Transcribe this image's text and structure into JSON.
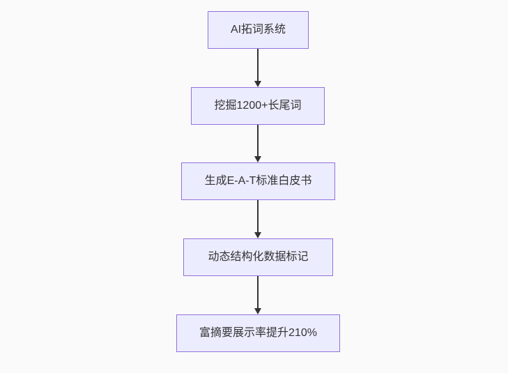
{
  "diagram": {
    "type": "flowchart",
    "direction": "top-down",
    "colors": {
      "bg": "#fafafa",
      "node_fill": "#ececff",
      "node_border": "#9370db",
      "arrow": "#333333",
      "text": "#333333"
    },
    "nodes": [
      {
        "id": "A",
        "label": "AI拓词系统"
      },
      {
        "id": "B",
        "label": "挖掘1200+长尾词"
      },
      {
        "id": "C",
        "label": "生成E-A-T标准白皮书"
      },
      {
        "id": "D",
        "label": "动态结构化数据标记"
      },
      {
        "id": "E",
        "label": "富摘要展示率提升210%"
      }
    ],
    "edges": [
      {
        "from": "A",
        "to": "B"
      },
      {
        "from": "B",
        "to": "C"
      },
      {
        "from": "C",
        "to": "D"
      },
      {
        "from": "D",
        "to": "E"
      }
    ]
  }
}
